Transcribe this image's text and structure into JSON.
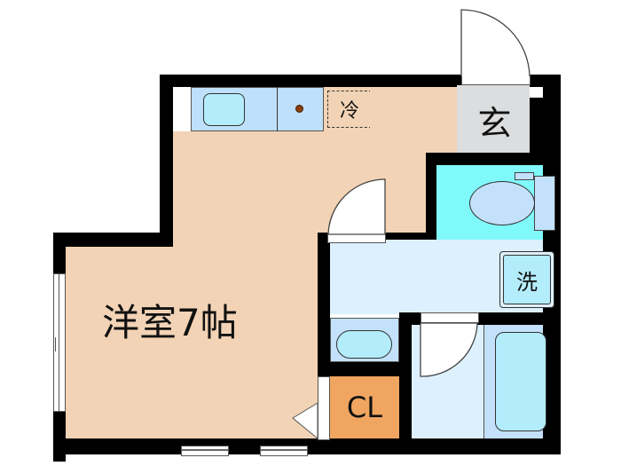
{
  "floorplan": {
    "rooms": {
      "western_room": {
        "label": "洋室7帖"
      },
      "entrance": {
        "label": "玄"
      },
      "fridge": {
        "label": "冷"
      },
      "washer": {
        "label": "洗"
      },
      "closet": {
        "label": "CL"
      }
    },
    "fixtures": [
      "kitchen-sink",
      "stove",
      "refrigerator-space",
      "toilet",
      "wash-basin",
      "bathtub",
      "washing-machine-space"
    ],
    "colors": {
      "wall": "#000000",
      "wood_floor": "#f2d3b5",
      "kitchen_counter": "#bfe0fa",
      "sink": "#b3ecfb",
      "entrance_floor": "#dcdddf",
      "toilet_room": "#80f9fb",
      "washroom": "#ddf0fd",
      "bath": "#c3e1fb",
      "closet": "#f0a561",
      "door": "#ffffff"
    }
  }
}
